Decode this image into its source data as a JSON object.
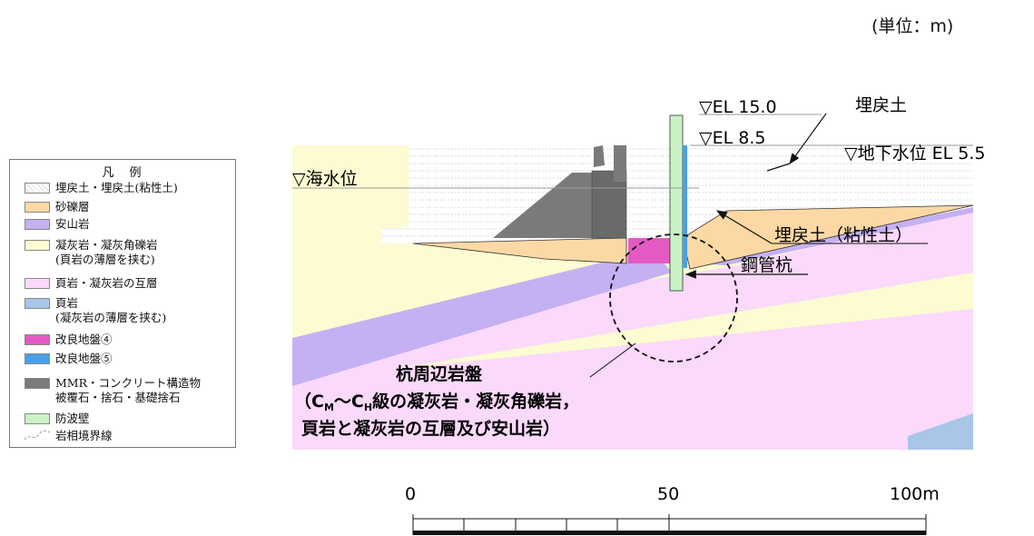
{
  "unit_label": "(単位：m)",
  "legend": {
    "title": "凡　例",
    "items": [
      {
        "label": "埋戻土・埋戻土(粘性土)",
        "color": "#ffffff",
        "pattern": "dots"
      },
      {
        "label": "砂礫層",
        "color": "#fcd9a4"
      },
      {
        "label": "安山岩",
        "color": "#c5b0f2"
      },
      {
        "label": "凝灰岩・凝灰角礫岩",
        "sub": "(頁岩の薄層を挟む)",
        "color": "#fdfbd2"
      },
      {
        "label": "頁岩・凝灰岩の互層",
        "color": "#fbd9fb"
      },
      {
        "label": "頁岩",
        "sub": "(凝灰岩の薄層を挟む)",
        "color": "#a7c6e8"
      },
      {
        "label": "改良地盤④",
        "color": "#e35bc2"
      },
      {
        "label": "改良地盤⑤",
        "color": "#4aa0e8"
      },
      {
        "label": "MMR・コンクリート構造物",
        "sub": "被覆石・捨石・基礎捨石",
        "color": "#7a7a7a"
      },
      {
        "label": "防波壁",
        "color": "#c9f3c4"
      },
      {
        "label": "岩相境界線",
        "pattern": "line"
      }
    ]
  },
  "labels": {
    "el150": "▽EL 15.0",
    "el85": "▽EL 8.5",
    "umemodoshi": "埋戻土",
    "gw": "▽地下水位 EL 5.5",
    "sea": "▽海水位",
    "clay": "埋戻土（粘性土）",
    "pile": "鋼管杭",
    "rock1": "杭周辺岩盤",
    "rock2": "（C",
    "rock2_sub1": "M",
    "rock2_mid": "～C",
    "rock2_sub2": "H",
    "rock2_end": "級の凝灰岩・凝灰角礫岩，",
    "rock3": "頁岩と凝灰岩の互層及び安山岩）"
  },
  "scale": {
    "ticks": [
      "0",
      "50",
      "100m"
    ]
  }
}
